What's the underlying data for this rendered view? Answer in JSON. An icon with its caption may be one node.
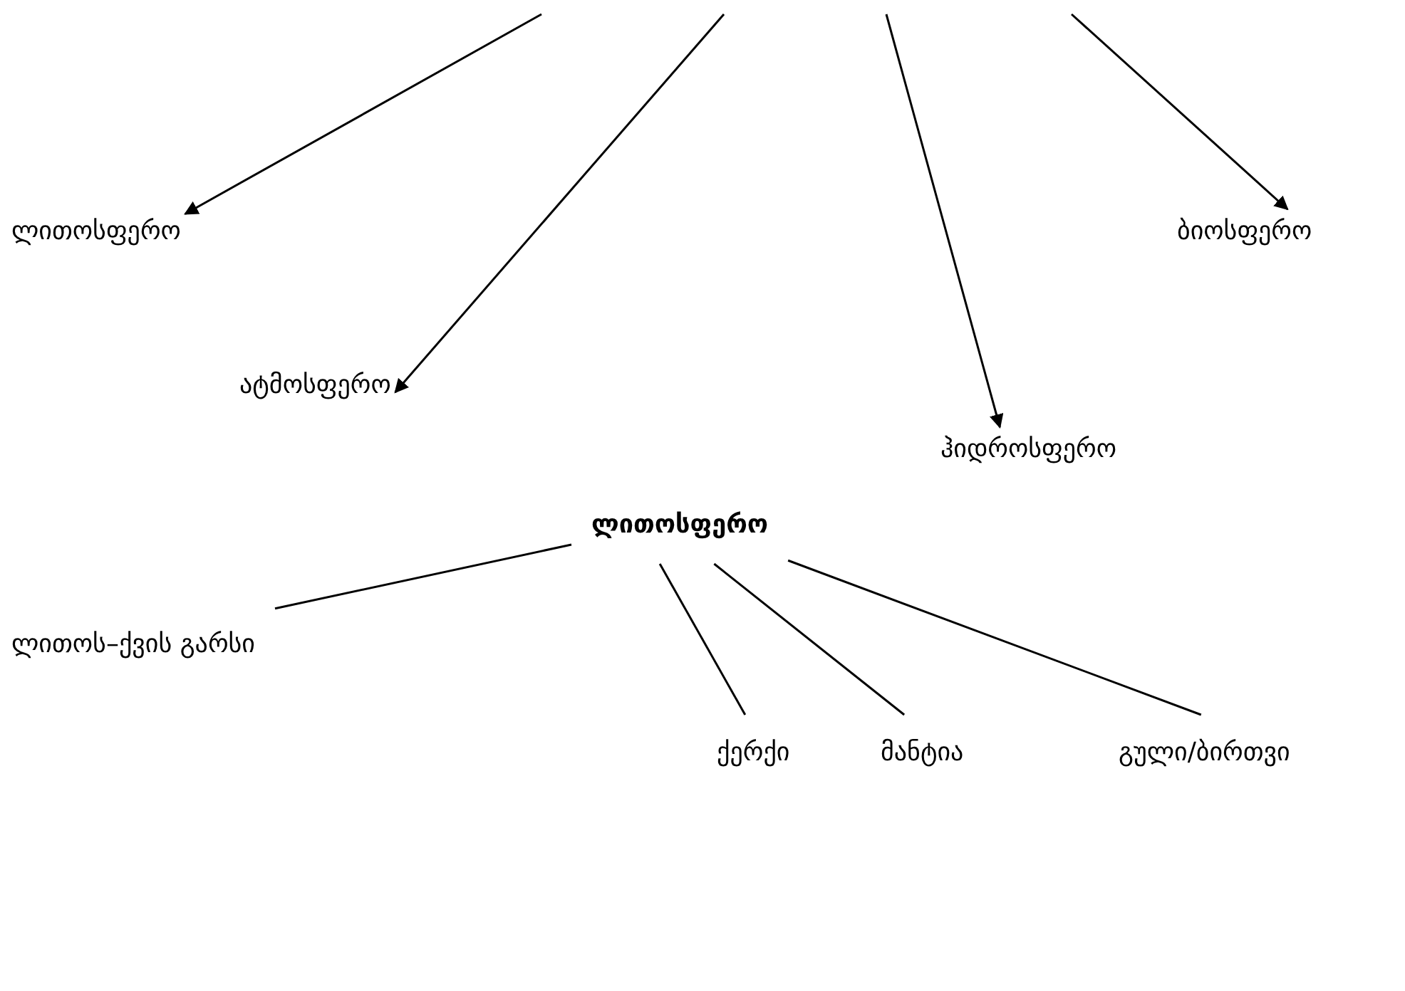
{
  "diagram": {
    "nodes": [
      {
        "text": [
          "ლითოსფერო"
        ]
      },
      {
        "text": [
          "ატმოსფერო"
        ]
      },
      {
        "text": [
          "ჰიდროსფერო"
        ]
      },
      {
        "text": [
          "ბიოსფერო"
        ]
      },
      {
        "text": [
          "ლითოსფერო"
        ]
      },
      {
        "text": [
          "ლითოს–ქვის გარსი"
        ]
      },
      {
        "text": [
          "ქერქი"
        ]
      },
      {
        "text": [
          "მანტია"
        ]
      },
      {
        "text": [
          "გული/ბირთვი"
        ]
      }
    ],
    "edges": [
      {
        "from": null,
        "to": 0,
        "arrow": "to"
      },
      {
        "from": null,
        "to": 1,
        "arrow": "to"
      },
      {
        "from": null,
        "to": 2,
        "arrow": "to"
      },
      {
        "from": null,
        "to": 3,
        "arrow": "to"
      },
      {
        "from": 4,
        "to": 5,
        "arrow": "none"
      },
      {
        "from": 4,
        "to": 6,
        "arrow": "none"
      },
      {
        "from": 4,
        "to": 7,
        "arrow": "none"
      },
      {
        "from": 4,
        "to": 8,
        "arrow": "none"
      }
    ]
  }
}
